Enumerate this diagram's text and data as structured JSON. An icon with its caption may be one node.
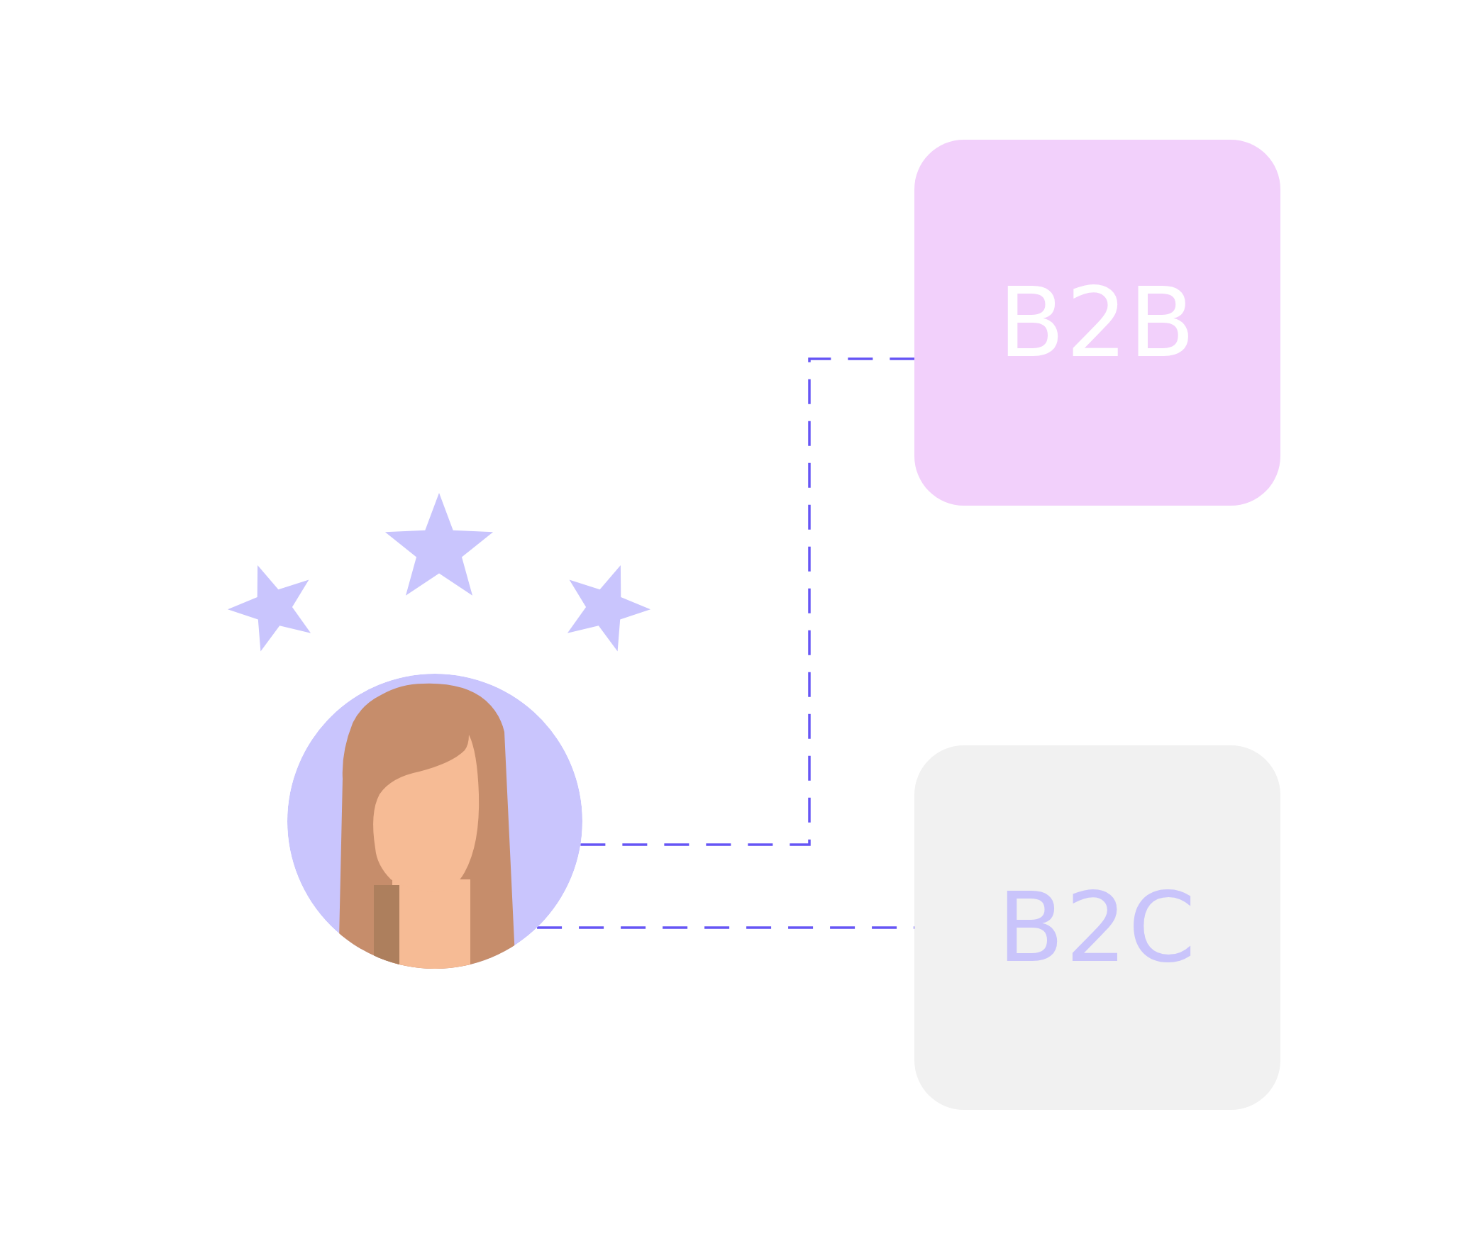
{
  "diagram": {
    "nodes": [
      {
        "text": [],
        "shape": "person"
      },
      {
        "text": [
          "B2B"
        ]
      },
      {
        "text": [
          "B2C"
        ]
      }
    ],
    "edges": [
      {
        "from": 0,
        "to": 1,
        "arrow": "none",
        "style": "dashed"
      },
      {
        "from": 0,
        "to": 2,
        "arrow": "none",
        "style": "dashed"
      }
    ]
  }
}
